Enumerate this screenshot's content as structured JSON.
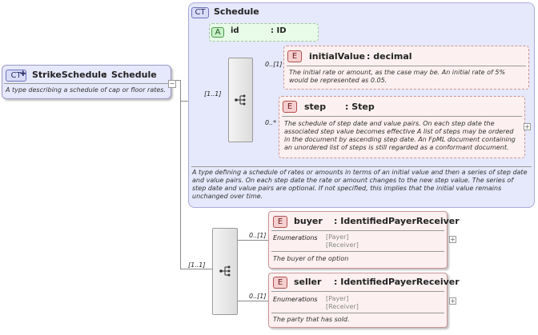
{
  "strike_schedule": {
    "badge": "CT",
    "title": "StrikeSchedule",
    "colon": ":",
    "type": "Schedule",
    "description": "A type describing a schedule of cap or floor rates."
  },
  "schedule": {
    "badge": "CT",
    "title": "Schedule",
    "description": "A type defining a schedule of rates or amounts in terms of an initial value and then a series of step date and value pairs. On each step date the rate or amount changes to the new step value. The series of step date and value pairs are optional. If not specified, this implies that the initial value remains unchanged over time.",
    "sequence_multiplicity": "[1..1]",
    "id_attr": {
      "badge": "A",
      "name": "id",
      "type": ": ID"
    },
    "initial_value": {
      "badge": "E",
      "name": "initialValue",
      "type": ": decimal",
      "multiplicity": "0..[1]",
      "description": "The initial rate or amount, as the case may be. An initial rate of 5% would be represented as 0.05."
    },
    "step": {
      "badge": "E",
      "name": "step",
      "type": ": Step",
      "multiplicity": "0..*",
      "description": "The schedule of step date and value pairs. On each step date the associated step value becomes effective A list of steps may be ordered in the document by ascending step date. An FpML document containing an unordered list of steps is still regarded as a conformant document."
    }
  },
  "outer_sequence_multiplicity": "[1..1]",
  "buyer": {
    "badge": "E",
    "name": "buyer",
    "type": ": IdentifiedPayerReceiver",
    "multiplicity": "0..[1]",
    "enum_label": "Enumerations",
    "enum_values": [
      "[Payer]",
      "[Receiver]"
    ],
    "description": "The buyer of the option"
  },
  "seller": {
    "badge": "E",
    "name": "seller",
    "type": ": IdentifiedPayerReceiver",
    "multiplicity": "0..[1]",
    "enum_label": "Enumerations",
    "enum_values": [
      "[Payer]",
      "[Receiver]"
    ],
    "description": "The party that has sold."
  },
  "colors": {
    "complex_type_fill": "#e6e8fb",
    "element_fill": "#fdf0f0",
    "attribute_fill": "#e8fbe8"
  }
}
